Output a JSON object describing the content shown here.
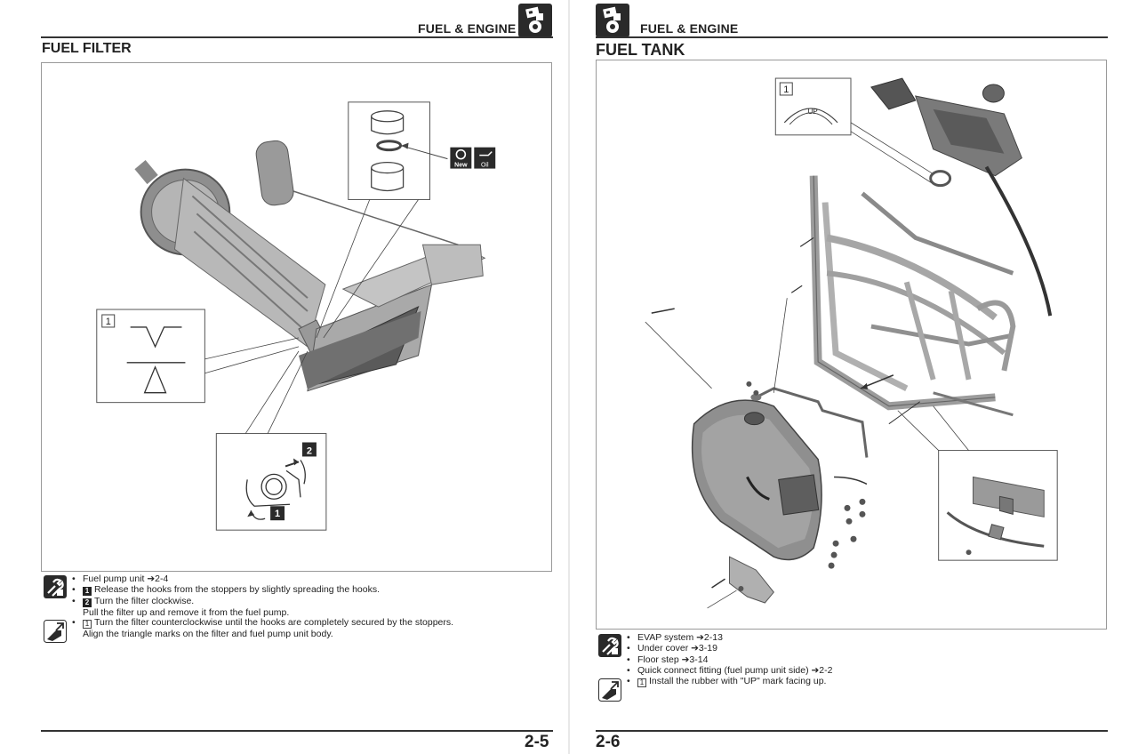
{
  "left": {
    "section": "FUEL & ENGINE",
    "title": "FUEL FILTER",
    "callout_1": "1",
    "callout_2": "2",
    "callout_step_1": "1",
    "badge_new": "New",
    "badge_oil": "Oil",
    "removal_notes": {
      "ref": "Fuel pump unit ➔2-4",
      "step1_num": "1",
      "step1": "Release the hooks from the stoppers by slightly spreading the hooks.",
      "step2_num": "2",
      "step2": "Turn the filter clockwise.",
      "step2_cont": "Pull the filter up and remove it from the fuel pump."
    },
    "install_notes": {
      "num": "1",
      "line1": "Turn the filter counterclockwise until the hooks are completely secured by the stoppers.",
      "line2": "Align the triangle marks on the filter and fuel pump unit body."
    },
    "page_number": "2-5"
  },
  "right": {
    "section": "FUEL & ENGINE",
    "title": "FUEL TANK",
    "callout_1": "1",
    "up_label": "UP",
    "removal_notes": [
      "EVAP system ➔2-13",
      "Under cover ➔3-19",
      "Floor step ➔3-14",
      "Quick connect fitting (fuel pump unit side) ➔2-2"
    ],
    "install_notes": {
      "num": "1",
      "text": "Install the rubber with \"UP\" mark facing up."
    },
    "page_number": "2-6"
  },
  "icons": {
    "engine": "engine-section-icon",
    "removal": "removal-wrench-icon",
    "install": "installation-icon",
    "replace_new": "replace-new-icon",
    "oil": "apply-oil-icon"
  },
  "colors": {
    "icon_bg": "#2a2a2a",
    "rule": "#333333",
    "figure_border": "#999999"
  }
}
